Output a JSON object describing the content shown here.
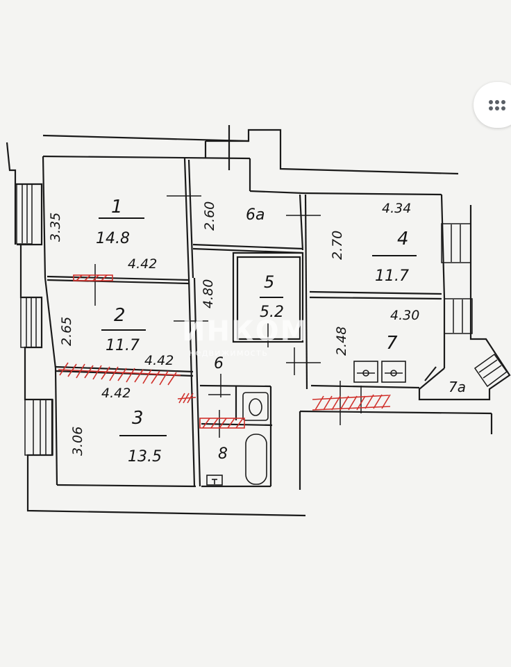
{
  "rooms": [
    {
      "id": "1",
      "number": "1",
      "area": "14.8",
      "dims": [
        "3.35",
        "4.42"
      ]
    },
    {
      "id": "2",
      "number": "2",
      "area": "11.7",
      "dims": [
        "2.65",
        "4.42"
      ]
    },
    {
      "id": "3",
      "number": "3",
      "area": "13.5",
      "dims": [
        "4.42",
        "3.06"
      ]
    },
    {
      "id": "4",
      "number": "4",
      "area": "11.7",
      "dims": [
        "4.34",
        "2.70"
      ]
    },
    {
      "id": "5",
      "number": "5",
      "area": "5.2"
    },
    {
      "id": "6",
      "number": "6"
    },
    {
      "id": "6a",
      "number": "6а"
    },
    {
      "id": "7",
      "number": "7",
      "dims": [
        "4.30",
        "2.48"
      ]
    },
    {
      "id": "7a",
      "number": "7а"
    },
    {
      "id": "8",
      "number": "8"
    }
  ],
  "extra_dims": [
    "2.60",
    "4.80"
  ],
  "watermark": {
    "main": "ИНКОМ",
    "sub": "недвижимость"
  },
  "menu_icon": "more-dots-icon",
  "colors": {
    "lines": "#1a1a1a",
    "hatch": "#d0302b",
    "paper": "#f4f4f2"
  }
}
